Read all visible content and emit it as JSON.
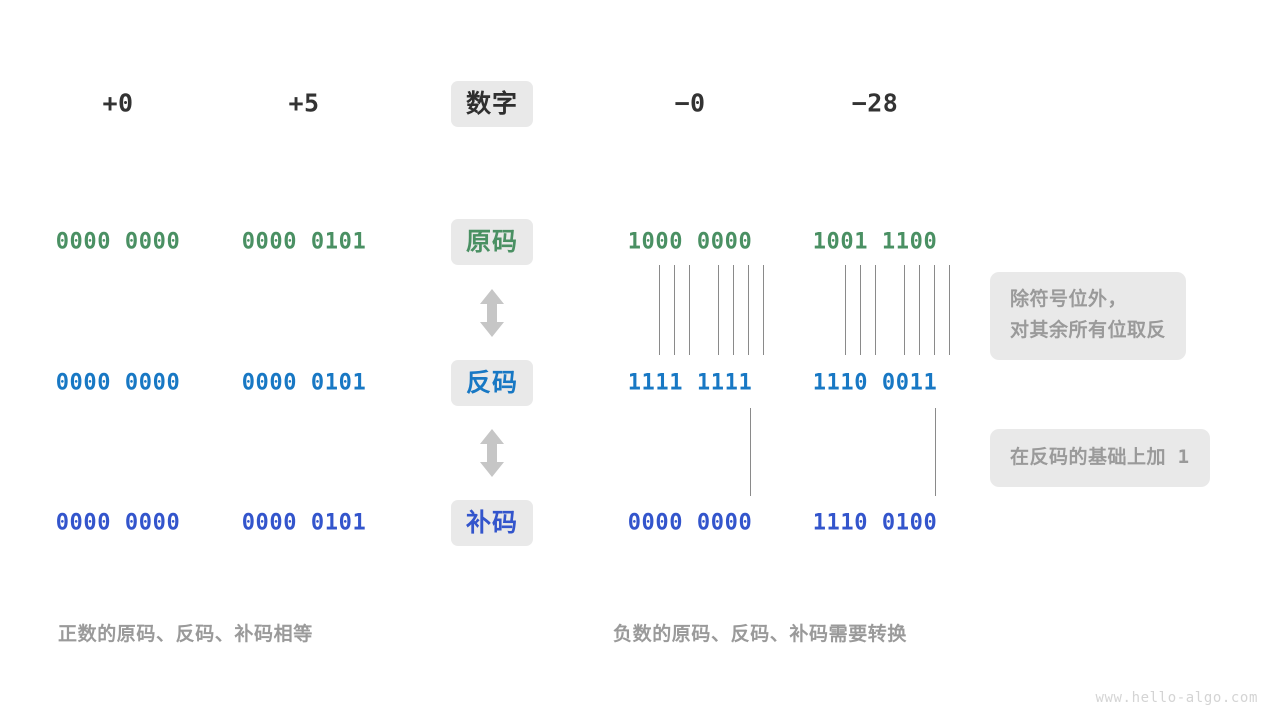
{
  "page": {
    "background": "#ffffff",
    "watermark": "www.hello-algo.com"
  },
  "colors": {
    "header_text": "#333333",
    "true_form": "#4a9063",
    "ones_complement": "#1878c4",
    "twos_complement": "#3355cc",
    "pill_background": "#e9e9e9",
    "note_background": "#e9e9e9",
    "note_text": "#9a9a9a",
    "caption_text": "#9a9a9a",
    "connector_line": "#8a8a8a",
    "arrow": "#c6c6c6"
  },
  "header": {
    "row_label": "数字",
    "columns": [
      {
        "label": "+0"
      },
      {
        "label": "+5"
      },
      {
        "label": "−0"
      },
      {
        "label": "−28"
      }
    ]
  },
  "rows": [
    {
      "key": "true_form",
      "pill_label": "原码",
      "color_class": "green",
      "values": [
        "0000 0000",
        "0000 0101",
        "1000 0000",
        "1001 1100"
      ]
    },
    {
      "key": "ones_complement",
      "pill_label": "反码",
      "color_class": "blue",
      "values": [
        "0000 0000",
        "0000 0101",
        "1111 1111",
        "1110 0011"
      ]
    },
    {
      "key": "twos_complement",
      "pill_label": "补码",
      "color_class": "indigo",
      "values": [
        "0000 0000",
        "0000 0101",
        "0000 0000",
        "1110 0100"
      ]
    }
  ],
  "arrows": [
    {
      "name": "arrow-true-to-ones",
      "icon": "up-down-arrow-icon"
    },
    {
      "name": "arrow-ones-to-twos",
      "icon": "up-down-arrow-icon"
    }
  ],
  "notes": [
    {
      "id": "invert-note",
      "line1": "除符号位外，",
      "line2": "对其余所有位取反"
    },
    {
      "id": "add-one-note",
      "text_before": "在反码的基础上加",
      "value": "1"
    }
  ],
  "captions": [
    {
      "id": "positive-caption",
      "text": "正数的原码、反码、补码相等"
    },
    {
      "id": "negative-caption",
      "text": "负数的原码、反码、补码需要转换"
    }
  ]
}
